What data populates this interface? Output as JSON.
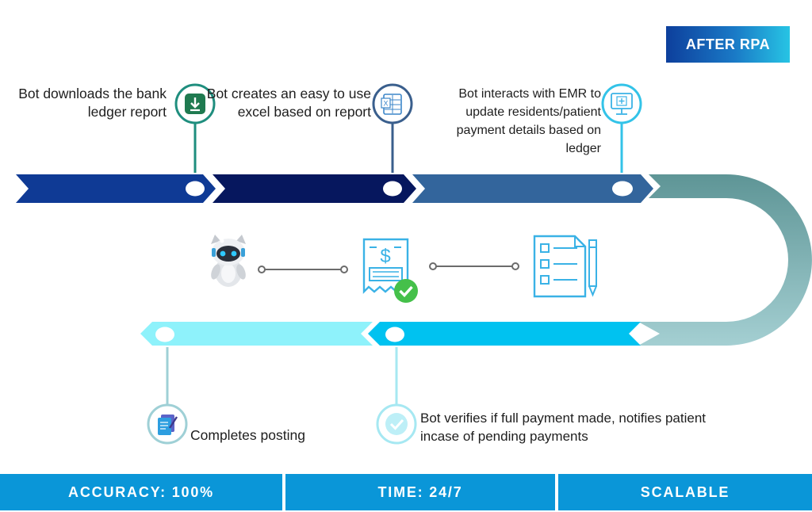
{
  "badge": "AFTER RPA",
  "steps": [
    {
      "text": "Bot downloads the bank ledger report",
      "icon": "download-icon",
      "color": "#1f8e7e"
    },
    {
      "text": "Bot creates an easy to use excel based on report",
      "icon": "excel-file-icon",
      "color": "#3a5f8d"
    },
    {
      "text": "Bot interacts with EMR to update residents/patient payment details based on ledger",
      "icon": "monitor-icon",
      "color": "#33c3e8"
    },
    {
      "text": "Bot verifies if full payment made, notifies patient incase of pending payments",
      "icon": "checkmark-icon",
      "color": "#a6e8f2"
    },
    {
      "text": "Completes posting",
      "icon": "document-pen-icon",
      "color": "#9fd0d6"
    }
  ],
  "middle_icons": [
    "robot-icon",
    "receipt-icon",
    "checklist-icon"
  ],
  "footer": [
    "ACCURACY: 100%",
    "TIME: 24/7",
    "SCALABLE"
  ],
  "colors": {
    "arrow_1": "#0f3a95",
    "arrow_2": "#06175e",
    "arrow_3": "#33659c",
    "curve": "#6fa3a6",
    "arrow_4": "#00c2f0",
    "arrow_5": "#8ef2fb",
    "footer": "#0a96d8",
    "icon_blue": "#3ab2e6"
  }
}
